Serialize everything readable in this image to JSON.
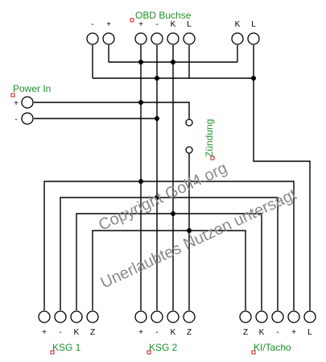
{
  "colors": {
    "wire": "#000000",
    "label": "#1f8f2a",
    "marker": "#d11a1a",
    "watermark": "#8a8a8a"
  },
  "labels": {
    "obd": "OBD Buchse",
    "power": "Power In",
    "zuendung": "Zündung",
    "ksg1": "KSG 1",
    "ksg2": "KSG 2",
    "ki": "KI/Tacho"
  },
  "pins": {
    "obd": [
      "-",
      "+",
      "+",
      "-",
      "K",
      "L",
      "K",
      "L"
    ],
    "power": [
      "+",
      "-"
    ],
    "ksg1": [
      "+",
      "-",
      "K",
      "Z"
    ],
    "ksg2": [
      "+",
      "-",
      "K",
      "Z"
    ],
    "ki": [
      "Z",
      "K",
      "-",
      "+",
      "L"
    ]
  },
  "watermark": {
    "line1": "Copyright Golf4.org",
    "line2": "Unerlaubtes Nutzen untersagt"
  }
}
